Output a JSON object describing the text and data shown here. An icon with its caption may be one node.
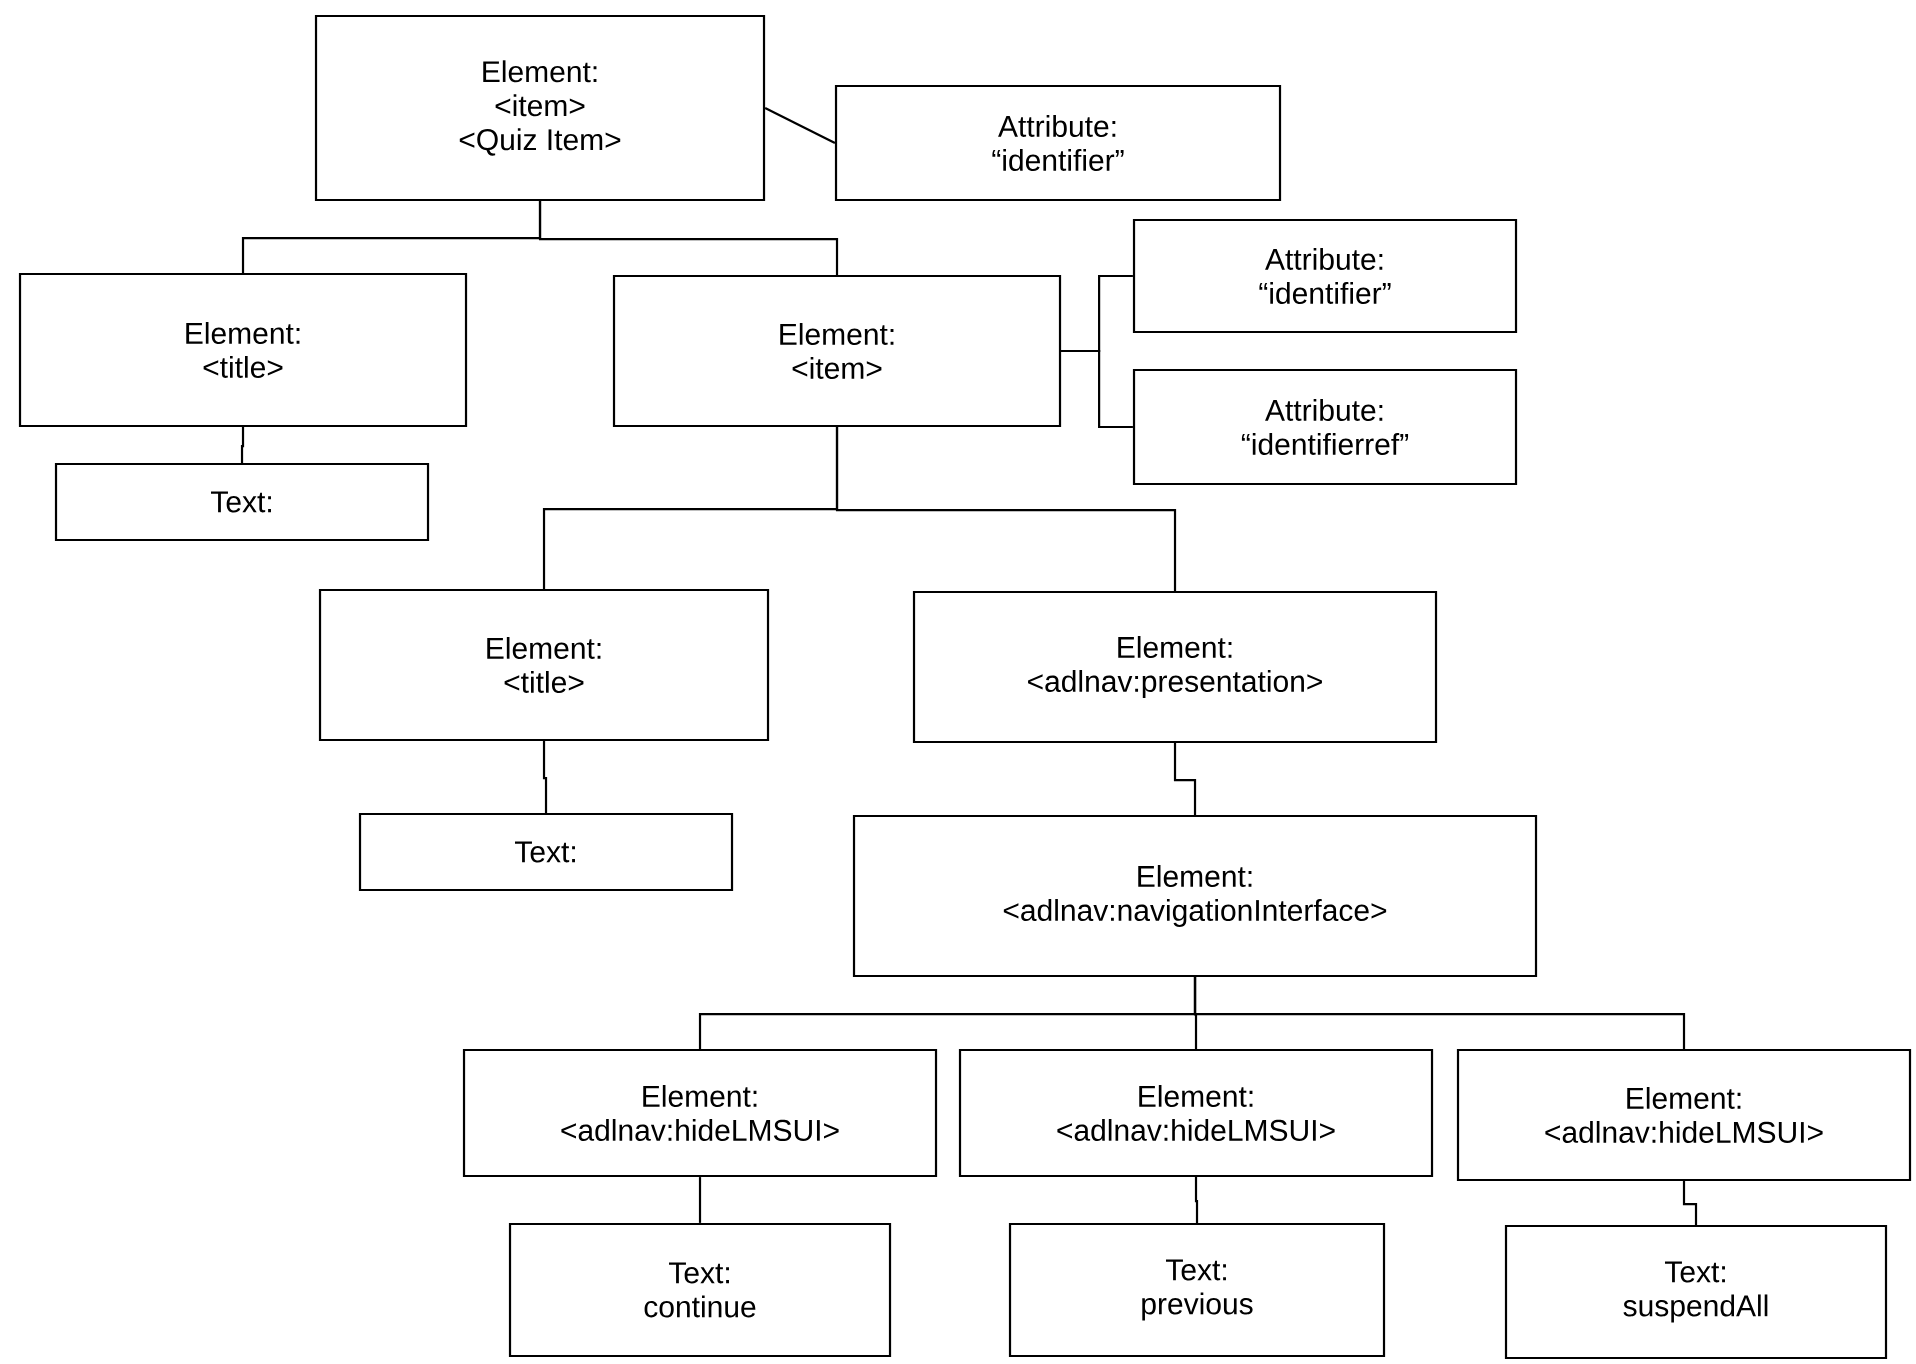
{
  "diagram": {
    "nodes": [
      {
        "text": [
          "Element:",
          "<item>",
          "<Quiz Item>"
        ]
      },
      {
        "text": [
          "Attribute:",
          "“identifier”"
        ]
      },
      {
        "text": [
          "Element:",
          "<title>"
        ]
      },
      {
        "text": [
          "Text:"
        ]
      },
      {
        "text": [
          "Element:",
          "<item>"
        ]
      },
      {
        "text": [
          "Attribute:",
          "“identifier”"
        ]
      },
      {
        "text": [
          "Attribute:",
          "“identifierref”"
        ]
      },
      {
        "text": [
          "Element:",
          "<title>"
        ]
      },
      {
        "text": [
          "Text:"
        ]
      },
      {
        "text": [
          "Element:",
          "<adlnav:presentation>"
        ]
      },
      {
        "text": [
          "Element:",
          "<adlnav:navigationInterface>"
        ]
      },
      {
        "text": [
          "Element:",
          "<adlnav:hideLMSUI>"
        ]
      },
      {
        "text": [
          "Element:",
          "<adlnav:hideLMSUI>"
        ]
      },
      {
        "text": [
          "Element:",
          "<adlnav:hideLMSUI>"
        ]
      },
      {
        "text": [
          "Text:",
          "continue"
        ]
      },
      {
        "text": [
          "Text:",
          "previous"
        ]
      },
      {
        "text": [
          "Text:",
          "suspendAll"
        ]
      }
    ],
    "edges": [
      {
        "from": 0,
        "to": 1,
        "arrow": "none"
      },
      {
        "from": 0,
        "to": 2,
        "arrow": "none"
      },
      {
        "from": 0,
        "to": 4,
        "arrow": "none"
      },
      {
        "from": 2,
        "to": 3,
        "arrow": "none"
      },
      {
        "from": 4,
        "to": 5,
        "arrow": "none"
      },
      {
        "from": 4,
        "to": 6,
        "arrow": "none"
      },
      {
        "from": 4,
        "to": 7,
        "arrow": "none"
      },
      {
        "from": 4,
        "to": 9,
        "arrow": "none"
      },
      {
        "from": 7,
        "to": 8,
        "arrow": "none"
      },
      {
        "from": 9,
        "to": 10,
        "arrow": "none"
      },
      {
        "from": 10,
        "to": 11,
        "arrow": "none"
      },
      {
        "from": 10,
        "to": 12,
        "arrow": "none"
      },
      {
        "from": 10,
        "to": 13,
        "arrow": "none"
      },
      {
        "from": 11,
        "to": 14,
        "arrow": "none"
      },
      {
        "from": 12,
        "to": 15,
        "arrow": "none"
      },
      {
        "from": 13,
        "to": 16,
        "arrow": "none"
      }
    ]
  }
}
